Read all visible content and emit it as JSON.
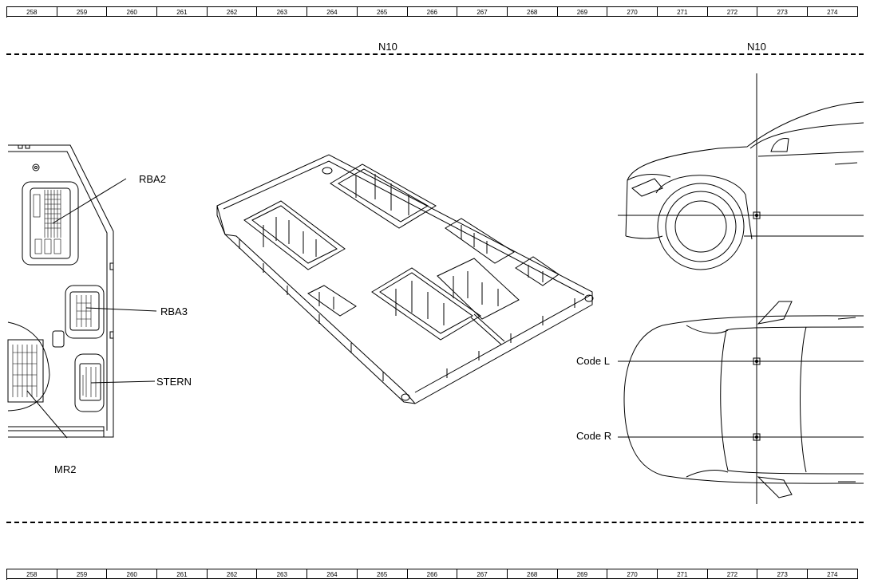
{
  "ruler": {
    "cells": [
      "258",
      "259",
      "260",
      "261",
      "262",
      "263",
      "264",
      "265",
      "266",
      "267",
      "268",
      "269",
      "270",
      "271",
      "272",
      "273",
      "274"
    ]
  },
  "section_labels": {
    "left": "N10",
    "right": "N10"
  },
  "connectors": {
    "rba2": "RBA2",
    "rba3": "RBA3",
    "stern": "STERN",
    "mr2": "MR2"
  },
  "codes": {
    "left": "Code L",
    "right": "Code R"
  }
}
